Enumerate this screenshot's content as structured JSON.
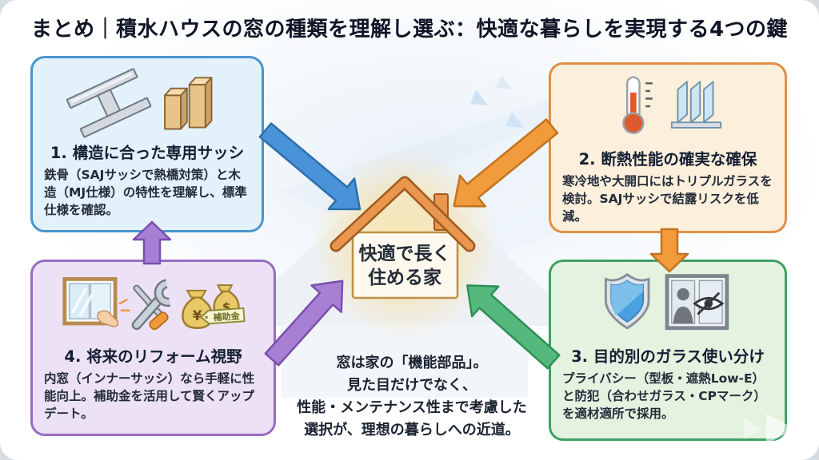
{
  "title": "まとめ｜積水ハウスの窓の種類を理解し選ぶ：快適な暮らしを実現する4つの鍵",
  "center_house": {
    "label_line1": "快適で長く",
    "label_line2": "住める家"
  },
  "summary": {
    "lines": [
      "窓は家の「機能部品」。",
      "見た目だけでなく、",
      "性能・メンテナンス性まで考慮した",
      "選択が、理想の暮らしへの近道。"
    ]
  },
  "boxes": [
    {
      "id": "structure-sash",
      "title": "1. 構造に合った専用サッシ",
      "body": "鉄骨（SAJサッシで熱橋対策）と木造（MJ仕様）の特性を理解し、標準仕様を確認。",
      "icons": [
        "steel-beam-icon",
        "wood-posts-icon"
      ],
      "accent": "#4b94cc",
      "bg": "#e3f1fb"
    },
    {
      "id": "insulation",
      "title": "2. 断熱性能の確実な確保",
      "body": "寒冷地や大開口にはトリプルガラスを検討。SAJサッシで結露リスクを低減。",
      "icons": [
        "thermometer-icon",
        "triple-glass-icon"
      ],
      "accent": "#e09045",
      "bg": "#fcefdc"
    },
    {
      "id": "glass-by-purpose",
      "title": "3. 目的別のガラス使い分け",
      "body": "プライバシー（型板・遮熱Low-E）と防犯（合わせガラス・CPマーク）を適材適所で採用。",
      "icons": [
        "shield-icon",
        "privacy-window-icon"
      ],
      "accent": "#3fa065",
      "bg": "#e4f2e0"
    },
    {
      "id": "future-reform",
      "title": "4. 将来のリフォーム視野",
      "body": "内窓（インナーサッシ）なら手軽に性能向上。補助金を活用して賢くアップデート。",
      "icons": [
        "inner-window-icon",
        "tools-icon",
        "money-bags-icon"
      ],
      "accent": "#9a6cc4",
      "bg": "#ece1f5"
    }
  ],
  "icon_text": {
    "yen_symbol": "¥",
    "dollar_symbol": "$",
    "subsidy_tag": "補助金"
  },
  "colors": {
    "page_bg": "#d7dce1",
    "card_bg": "#ffffff",
    "title_text": "#0f1526",
    "arrow_blue": "#4a93d8",
    "arrow_orange": "#f29b3d",
    "arrow_purple": "#a77fd4",
    "arrow_green": "#55b97e",
    "house_roof": "#e9964e",
    "house_body": "#fdf9ee",
    "house_glow": "#f7df9e"
  }
}
